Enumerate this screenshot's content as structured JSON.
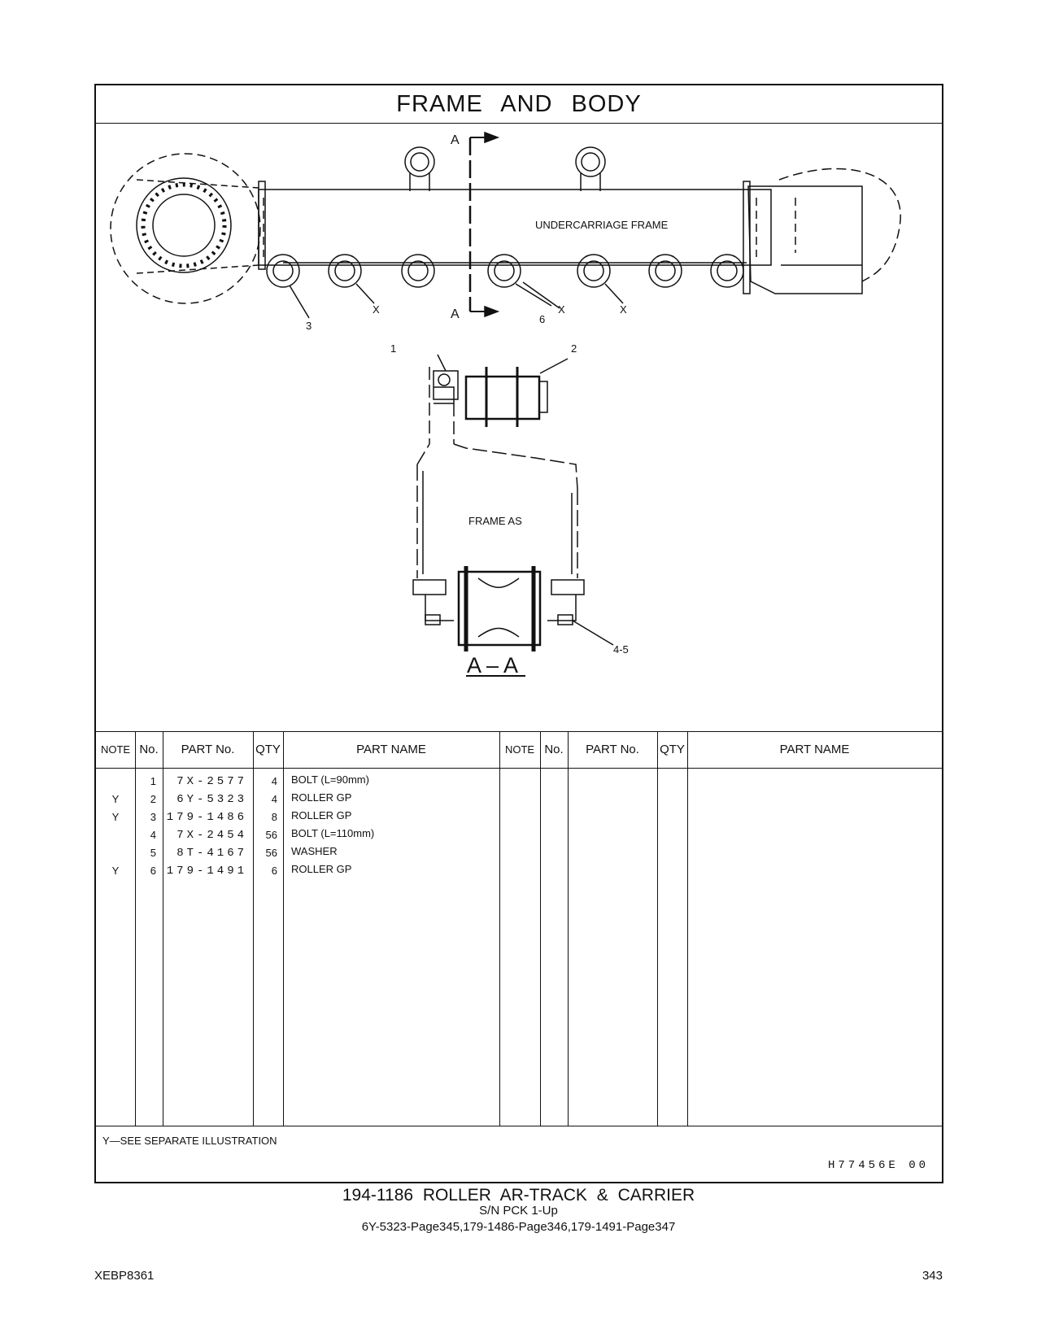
{
  "header": {
    "title": "FRAME  AND  BODY"
  },
  "illustration": {
    "section_marker": "A",
    "section_view_label": "A – A",
    "labels": {
      "undercarriage": "UNDERCARRIAGE FRAME",
      "frame_as": "FRAME AS",
      "callout_1": "1",
      "callout_2": "2",
      "callout_3": "3",
      "callout_4_5": "4-5",
      "callout_6": "6",
      "callout_x": "X"
    }
  },
  "table": {
    "headers": {
      "note": "NOTE",
      "no": "No.",
      "part_no": "PART No.",
      "qty": "QTY",
      "part_name": "PART NAME"
    },
    "rows": [
      {
        "note": "",
        "no": "1",
        "part_no": "7X-2577",
        "qty": "4",
        "name": "BOLT (L=90mm)"
      },
      {
        "note": "Y",
        "no": "2",
        "part_no": "6Y-5323",
        "qty": "4",
        "name": "ROLLER  GP"
      },
      {
        "note": "Y",
        "no": "3",
        "part_no": "179-1486",
        "qty": "8",
        "name": "ROLLER  GP"
      },
      {
        "note": "",
        "no": "4",
        "part_no": "7X-2454",
        "qty": "56",
        "name": "BOLT (L=110mm)"
      },
      {
        "note": "",
        "no": "5",
        "part_no": "8T-4167",
        "qty": "56",
        "name": "WASHER"
      },
      {
        "note": "Y",
        "no": "6",
        "part_no": "179-1491",
        "qty": "6",
        "name": "ROLLER  GP"
      }
    ],
    "footnote": "Y—SEE  SEPARATE  ILLUSTRATION",
    "ref_code": "H77456E   00"
  },
  "caption": {
    "line1": "194-1186  ROLLER AR-TRACK & CARRIER",
    "line2": "S/N PCK 1-Up",
    "line3": "6Y-5323-Page345,179-1486-Page346,179-1491-Page347"
  },
  "footer": {
    "doc_id": "XEBP8361",
    "page": "343"
  }
}
